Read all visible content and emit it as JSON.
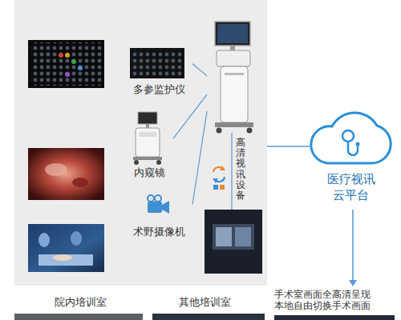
{
  "diagram": {
    "nodes": [
      {
        "text": [
          "多参监护仪"
        ]
      },
      {
        "text": [
          "内窥镜"
        ]
      },
      {
        "text": [
          "术野摄像机"
        ]
      },
      {
        "text": [
          "高清视讯设备"
        ]
      },
      {
        "text": [
          "医疗视讯云平台"
        ]
      }
    ],
    "edges": [
      {
        "from": 3,
        "to": 0,
        "arrow": "none"
      },
      {
        "from": 3,
        "to": 1,
        "arrow": "none"
      },
      {
        "from": 3,
        "to": 2,
        "arrow": "none"
      }
    ],
    "labels": [
      "手术室画面全高清呈现 本地自由切换手术画面",
      "院内培训室",
      "其他培训室"
    ]
  }
}
